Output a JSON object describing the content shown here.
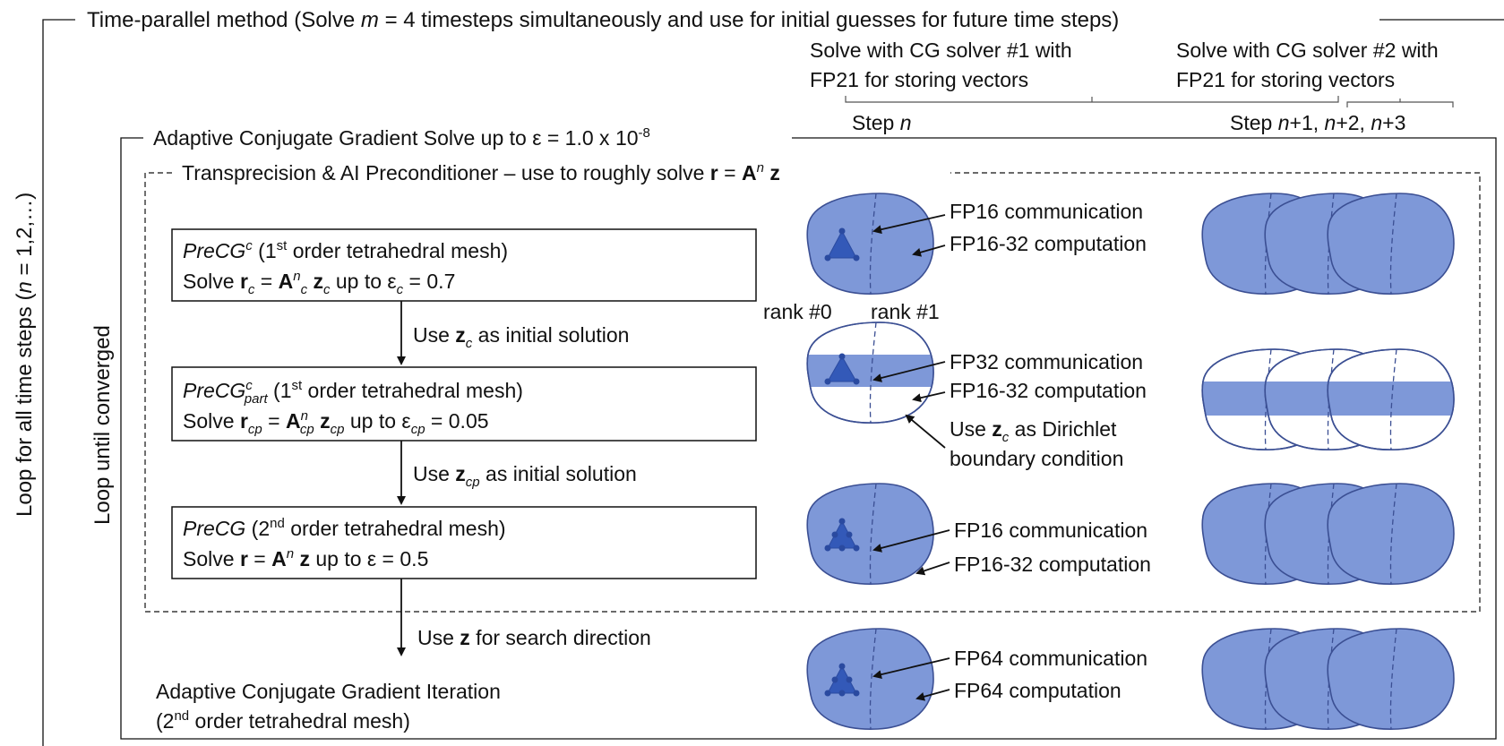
{
  "outer": {
    "title_pre": "Time-parallel method (Solve ",
    "title_m": "m",
    "title_post": " = 4 timesteps simultaneously and use for initial guesses for future time steps)",
    "loop_label_pre": "Loop for all time steps (",
    "loop_label_n": "n",
    "loop_label_post": " = 1,2,…)"
  },
  "solvers": {
    "solver1_line1": "Solve with CG solver #1 with",
    "solver1_line2": "FP21 for storing vectors",
    "solver2_line1": "Solve with CG solver #2 with",
    "solver2_line2": "FP21 for storing vectors",
    "step_n_pre": "Step ",
    "step_n_var": "n",
    "step_rest_pre": "Step ",
    "step_rest_n1": "n",
    "step_rest_mid1": "+1, ",
    "step_rest_n2": "n",
    "step_rest_mid2": "+2, ",
    "step_rest_n3": "n",
    "step_rest_end": "+3"
  },
  "acg": {
    "title_pre": "Adaptive Conjugate Gradient Solve up to ε = 1.0 x 10",
    "title_exp": "-8",
    "loop_label": "Loop until converged",
    "iter_line1": "Adaptive Conjugate Gradient Iteration",
    "iter_line2_pre": "(2",
    "iter_line2_sup": "nd",
    "iter_line2_post": " order tetrahedral mesh)",
    "search_pre": "Use ",
    "search_bold": "z",
    "search_post": " for search direction"
  },
  "precond": {
    "title_pre": "Transprecision & AI Preconditioner – use to roughly solve ",
    "title_r": "r",
    "title_eq": " = ",
    "title_A": "A",
    "title_n": "n",
    "title_z": "z"
  },
  "boxes": [
    {
      "name_i": "PreCG",
      "name_sup": "c",
      "name_sub": "",
      "desc_pre": " (1",
      "desc_sup": "st",
      "desc_post": " order tetrahedral mesh)",
      "solve_pre": "Solve ",
      "r": "r",
      "sub": "c",
      "eq": " = ",
      "A": "A",
      "n": "n",
      "z": "z",
      "up": " up to ε",
      "eps_sub": "c",
      "eps_val": " = 0.7"
    },
    {
      "name_i": "PreCG",
      "name_sup": "c",
      "name_sub": "part",
      "desc_pre": " (1",
      "desc_sup": "st",
      "desc_post": " order tetrahedral mesh)",
      "solve_pre": "Solve ",
      "r": "r",
      "sub": "cp",
      "eq": " = ",
      "A": "A",
      "n": "n",
      "z": "z",
      "up": " up to ε",
      "eps_sub": "cp",
      "eps_val": "  = 0.05"
    },
    {
      "name_i": "PreCG",
      "name_sup": "",
      "name_sub": "",
      "desc_pre": " (2",
      "desc_sup": "nd",
      "desc_post": " order tetrahedral mesh)",
      "solve_pre": "Solve ",
      "r": "r",
      "sub": "",
      "eq": " = ",
      "A": "A",
      "n": "n",
      "z": "z",
      "up": " up to ε",
      "eps_sub": "",
      "eps_val": " = 0.5"
    }
  ],
  "transitions": [
    {
      "pre": "Use ",
      "bold": "z",
      "sub": "c",
      "post": " as initial solution"
    },
    {
      "pre": "Use ",
      "bold": "z",
      "sub": "cp",
      "post": " as initial solution"
    }
  ],
  "annotations": {
    "a1_comm": "FP16 communication",
    "a1_comp": "FP16-32 computation",
    "rank0": "rank #0",
    "rank1": "rank #1",
    "a2_comm": "FP32 communication",
    "a2_comp": "FP16-32 computation",
    "a2_use_pre": "Use ",
    "a2_use_bold": "z",
    "a2_use_sub": "c",
    "a2_use_post": " as Dirichlet",
    "a2_use_line2": "boundary condition",
    "a3_comm": "FP16 communication",
    "a3_comp": "FP16-32 computation",
    "a4_comm": "FP64 communication",
    "a4_comp": "FP64 computation"
  },
  "colors": {
    "mesh_fill": "#7e98d8",
    "mesh_stroke": "#3b4f93",
    "element": "#3359b8"
  }
}
